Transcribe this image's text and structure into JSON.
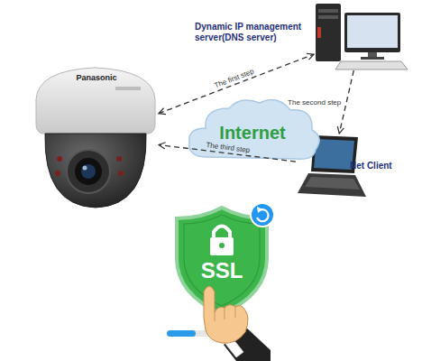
{
  "diagram": {
    "nodes": [
      {
        "text": [
          "Dynamic IP management server(DNS server)"
        ]
      },
      {
        "text": [
          "Panasonic"
        ]
      },
      {
        "text": [
          "Internet"
        ]
      },
      {
        "text": [
          "Net Client"
        ]
      },
      {
        "text": [
          "SSL"
        ]
      }
    ],
    "edges": [
      {
        "from": 1,
        "to": 0,
        "label": "The first step",
        "arrow": "both"
      },
      {
        "from": 0,
        "to": 3,
        "label": "The second step",
        "arrow": "to"
      },
      {
        "from": 3,
        "to": 1,
        "label": "The third step",
        "arrow": "to"
      }
    ]
  }
}
